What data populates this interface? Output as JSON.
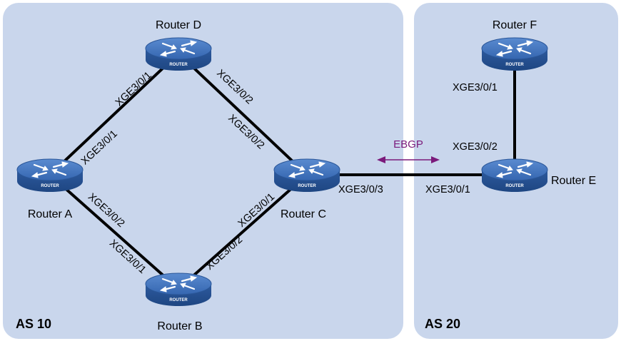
{
  "areas": [
    {
      "id": "as10",
      "label": "AS 10"
    },
    {
      "id": "as20",
      "label": "AS 20"
    }
  ],
  "routers": {
    "A": {
      "name": "Router A",
      "badge": "ROUTER"
    },
    "B": {
      "name": "Router B",
      "badge": "ROUTER"
    },
    "C": {
      "name": "Router C",
      "badge": "ROUTER"
    },
    "D": {
      "name": "Router D",
      "badge": "ROUTER"
    },
    "E": {
      "name": "Router E",
      "badge": "ROUTER"
    },
    "F": {
      "name": "Router F",
      "badge": "ROUTER"
    }
  },
  "links": {
    "AD": {
      "a_if": "XGE3/0/1",
      "d_if": "XGE3/0/1"
    },
    "DC": {
      "d_if": "XGE3/0/2",
      "c_if": "XGE3/0/2"
    },
    "AB": {
      "a_if": "XGE3/0/2",
      "b_if": "XGE3/0/1"
    },
    "BC": {
      "b_if": "XGE3/0/2",
      "c_if": "XGE3/0/1"
    },
    "CE": {
      "c_if": "XGE3/0/3",
      "e_if": "XGE3/0/1"
    },
    "EF": {
      "e_if": "XGE3/0/2",
      "f_if": "XGE3/0/1"
    }
  },
  "ebgp": {
    "label": "EBGP",
    "color": "#7b1a7b"
  },
  "colors": {
    "area_fill": "#c9d6ec",
    "router_top": "#3f6fb8",
    "router_side": "#2a5698"
  }
}
